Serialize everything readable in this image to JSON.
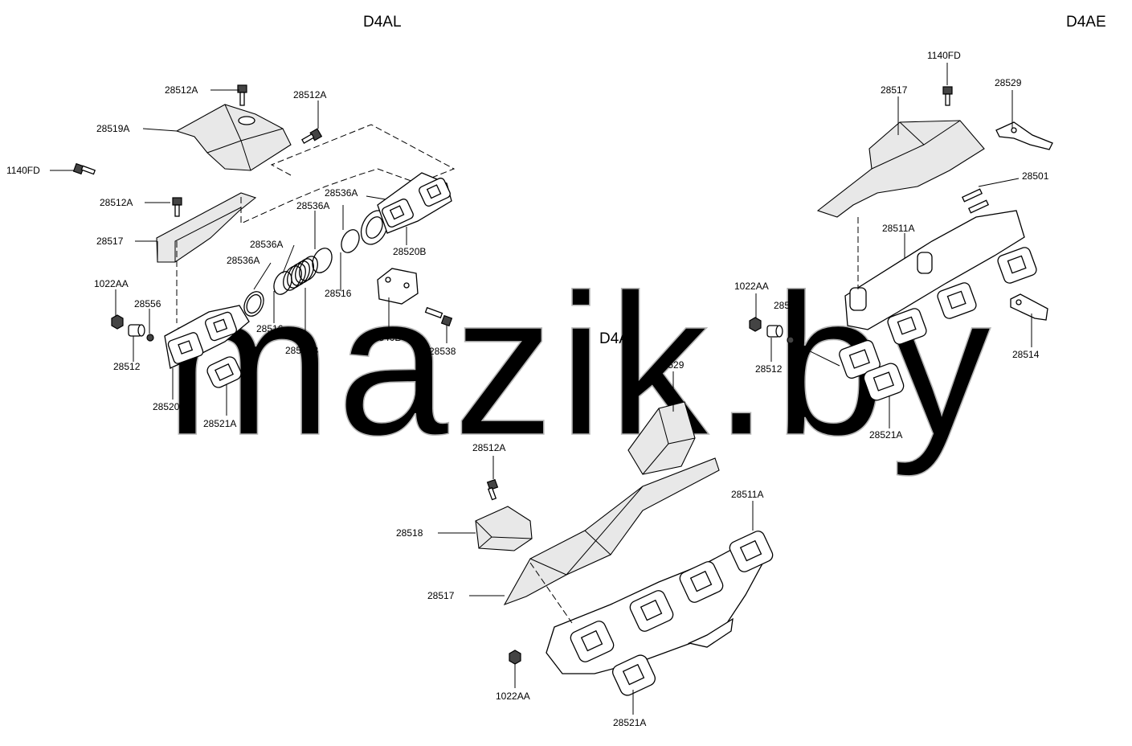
{
  "watermark": "mazik.by",
  "sections": {
    "d4al": "D4AL",
    "d4ae": "D4AE",
    "d4af": "D4AF"
  },
  "labels": {
    "d4al": {
      "p28512a_top": "28512A",
      "p28512a_right": "28512A",
      "p28519a": "28519A",
      "p1140fd": "1140FD",
      "p28512a_left": "28512A",
      "p28517": "28517",
      "p28536a_1": "28536A",
      "p28536a_2": "28536A",
      "p28536a_3": "28536A",
      "p28536a_4": "28536A",
      "p28520b": "28520B",
      "p28516_1": "28516",
      "p28516_2": "28516",
      "p1022aa": "1022AA",
      "p28556": "28556",
      "p28512": "28512",
      "p28520a": "28520A",
      "p28521a": "28521A",
      "p28514b": "28514B",
      "p28540b": "28540B",
      "p28538": "28538"
    },
    "d4ae": {
      "p1140fd": "1140FD",
      "p28517": "28517",
      "p28529": "28529",
      "p28501": "28501",
      "p28511a": "28511A",
      "p1022aa": "1022AA",
      "p28556": "28556",
      "p28512": "28512",
      "p28514": "28514",
      "p28521a": "28521A"
    },
    "d4af": {
      "p28529": "28529",
      "p28512a": "28512A",
      "p28518": "28518",
      "p28511a": "28511A",
      "p28517": "28517",
      "p1022aa": "1022AA",
      "p28521a": "28521A"
    }
  }
}
